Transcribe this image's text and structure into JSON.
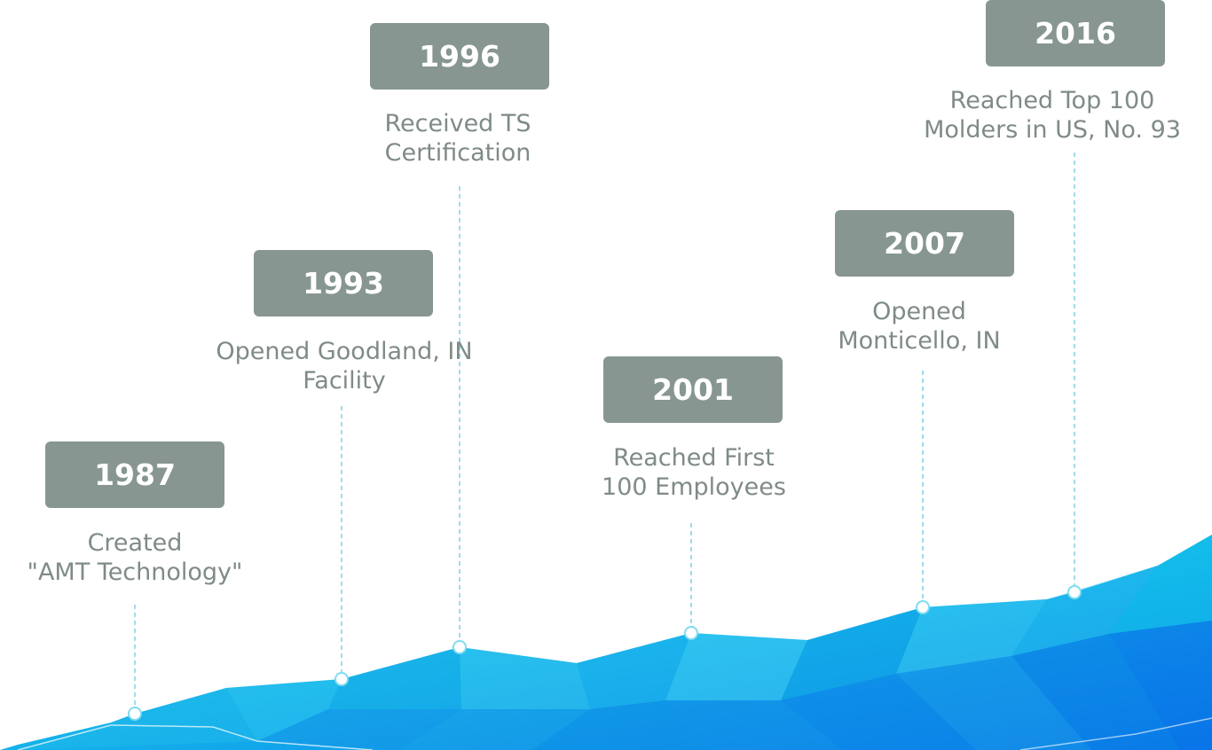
{
  "colors": {
    "badge": "#879690",
    "badge_text": "#ffffff",
    "description_text": "#7f8b86",
    "connector": "#5fc6e0",
    "mountain_light": "#3dd8ee",
    "mountain_dark": "#0a74e8"
  },
  "milestones": [
    {
      "year": "1987",
      "lines": [
        "Created",
        "\"AMT Technology\""
      ]
    },
    {
      "year": "1993",
      "lines": [
        "Opened Goodland, IN",
        "Facility"
      ]
    },
    {
      "year": "1996",
      "lines": [
        "Received TS",
        "Certification"
      ]
    },
    {
      "year": "2001",
      "lines": [
        "Reached First",
        "100 Employees"
      ]
    },
    {
      "year": "2007",
      "lines": [
        "Opened",
        "Monticello, IN"
      ]
    },
    {
      "year": "2016",
      "lines": [
        "Reached Top 100",
        "Molders in US, No. 93"
      ]
    }
  ]
}
